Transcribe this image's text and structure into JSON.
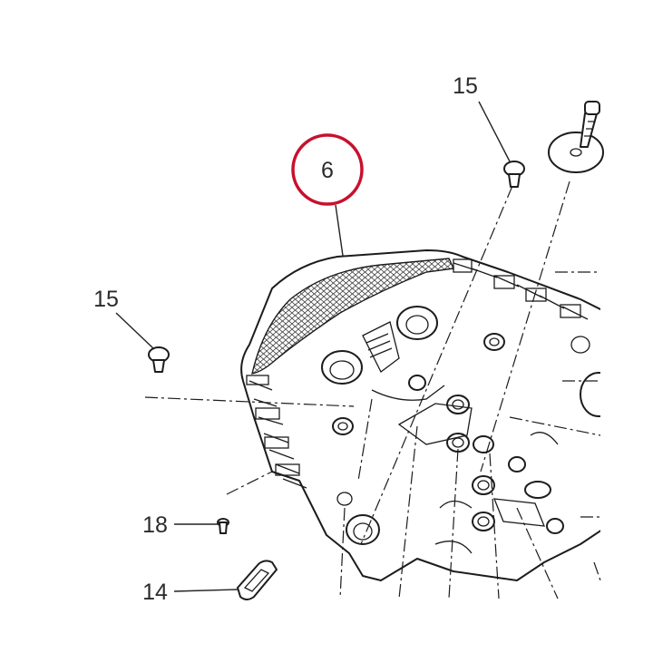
{
  "callouts": {
    "c15_top": "15",
    "c15_left": "15",
    "c6": "6",
    "c18": "18",
    "c14": "14"
  },
  "highlight_color": "#c8102e"
}
